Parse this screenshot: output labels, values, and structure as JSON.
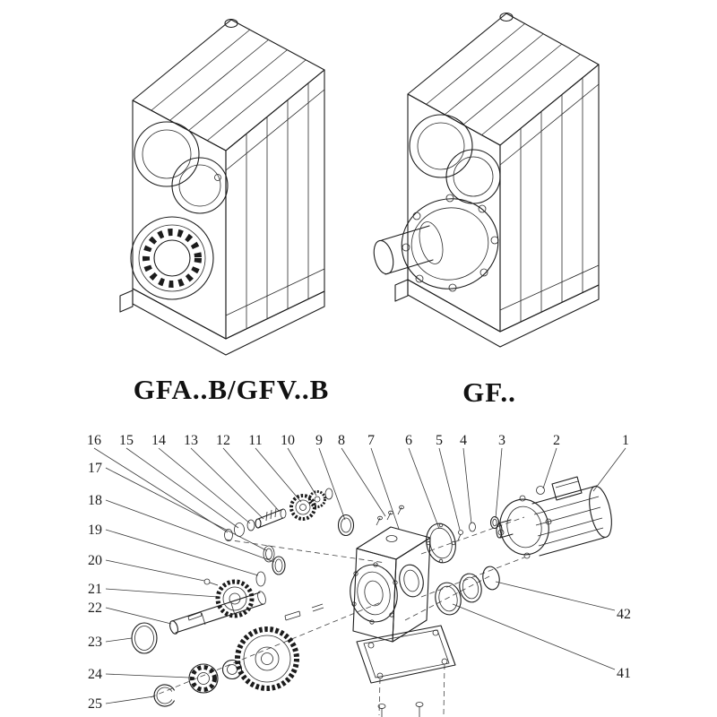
{
  "diagram": {
    "captions": {
      "left_model": "GFA..B/GFV..B",
      "right_model": "GF.."
    },
    "part_labels": {
      "top": [
        "16",
        "15",
        "14",
        "13",
        "12",
        "11",
        "10",
        "9",
        "8",
        "7",
        "6",
        "5",
        "4",
        "3",
        "2",
        "1"
      ],
      "left": [
        "17",
        "18",
        "19",
        "20",
        "21",
        "22",
        "23",
        "24",
        "25"
      ],
      "right": [
        "42",
        "41"
      ]
    },
    "colors": {
      "background": "#ffffff",
      "line": "#1c1c1c"
    }
  }
}
